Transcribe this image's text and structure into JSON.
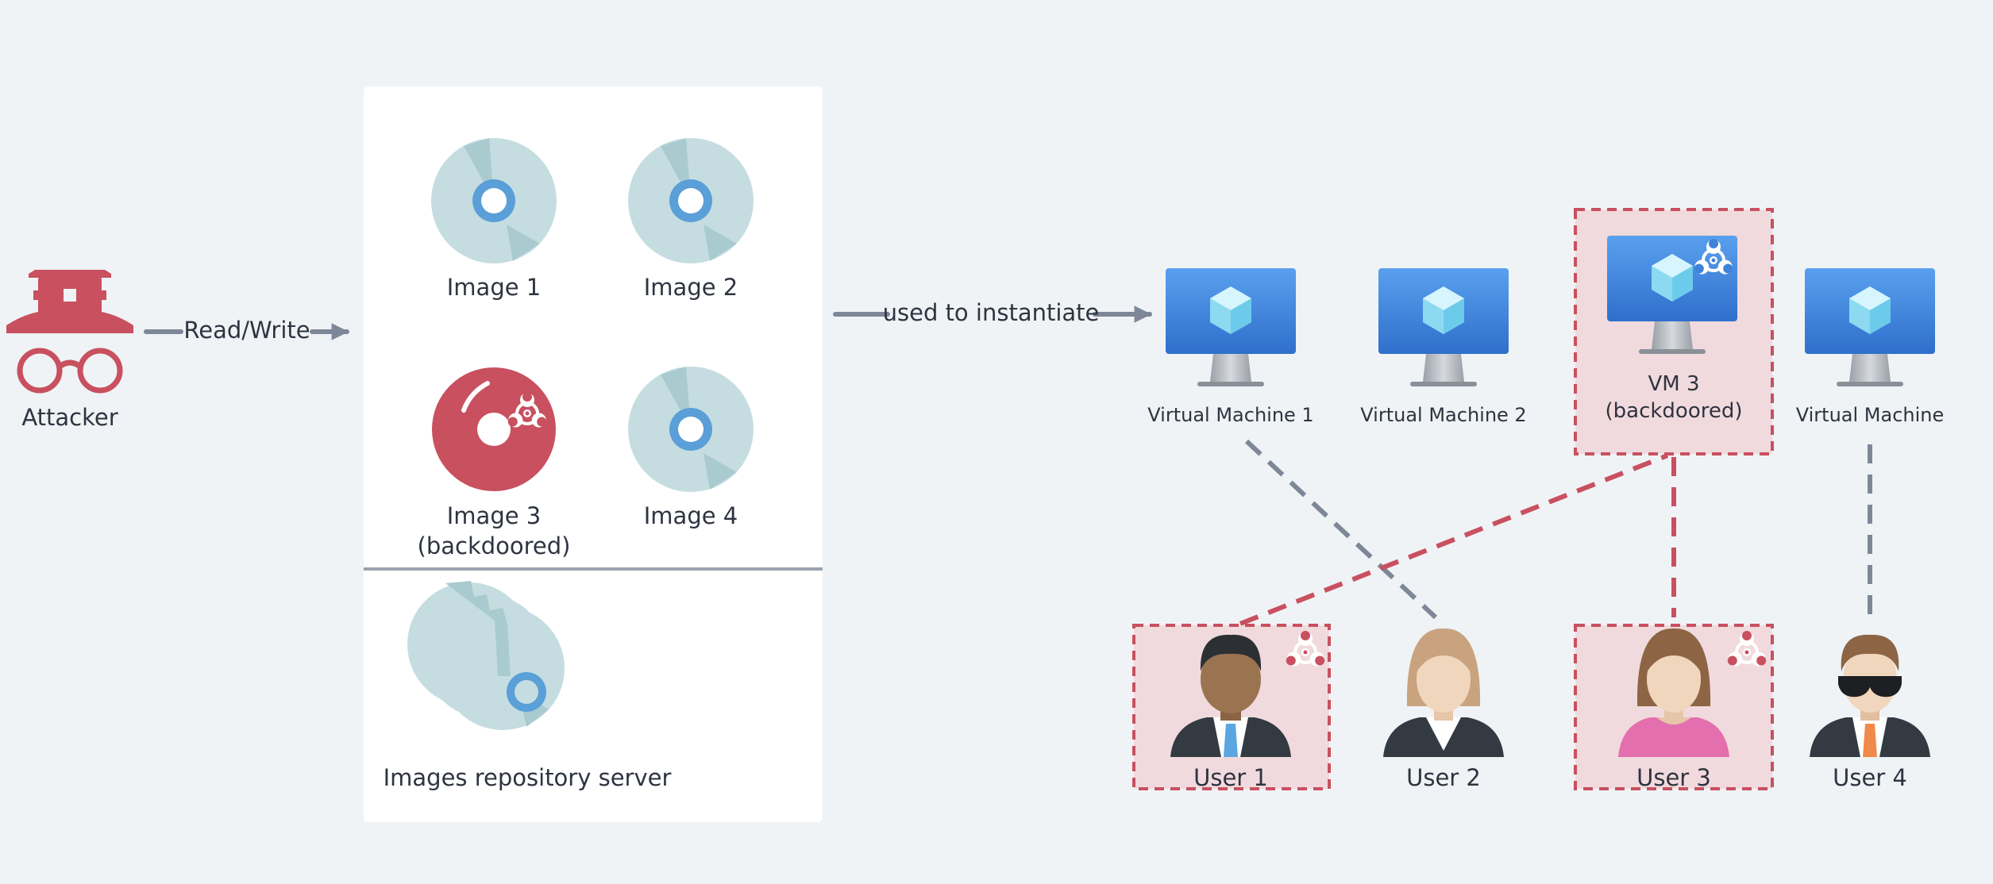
{
  "attacker": {
    "label": "Attacker"
  },
  "edges": {
    "read_write": "Read/Write",
    "instantiate": "used to instantiate"
  },
  "repository": {
    "images": [
      {
        "label": "Image 1",
        "backdoored": false
      },
      {
        "label": "Image 2",
        "backdoored": false
      },
      {
        "label": "Image 3\n(backdoored)",
        "backdoored": true
      },
      {
        "label": "Image 4",
        "backdoored": false
      }
    ],
    "server_label": "Images repository server"
  },
  "vms": [
    {
      "label": "Virtual Machine 1",
      "backdoored": false
    },
    {
      "label": "Virtual Machine 2",
      "backdoored": false
    },
    {
      "label": "VM 3\n(backdoored)",
      "backdoored": true
    },
    {
      "label": "Virtual Machine",
      "backdoored": false
    }
  ],
  "users": [
    {
      "label": "User 1",
      "compromised": true
    },
    {
      "label": "User 2",
      "compromised": false
    },
    {
      "label": "User 3",
      "compromised": true
    },
    {
      "label": "User 4",
      "compromised": false
    }
  ],
  "icons": {
    "attacker": "spy-hat-glasses-icon",
    "image": "disc-icon",
    "server": "stacked-discs-icon",
    "vm": "monitor-cube-icon",
    "biohazard": "biohazard-icon"
  },
  "colors": {
    "background": "#eff3f6",
    "threat": "#c9505f",
    "threat_fill": "#f1dadd",
    "neutral_line": "#7d8797",
    "vm_blue": "#3a7fd6",
    "disc": "#c5dde0",
    "disc_hole": "#5a9fd8"
  }
}
